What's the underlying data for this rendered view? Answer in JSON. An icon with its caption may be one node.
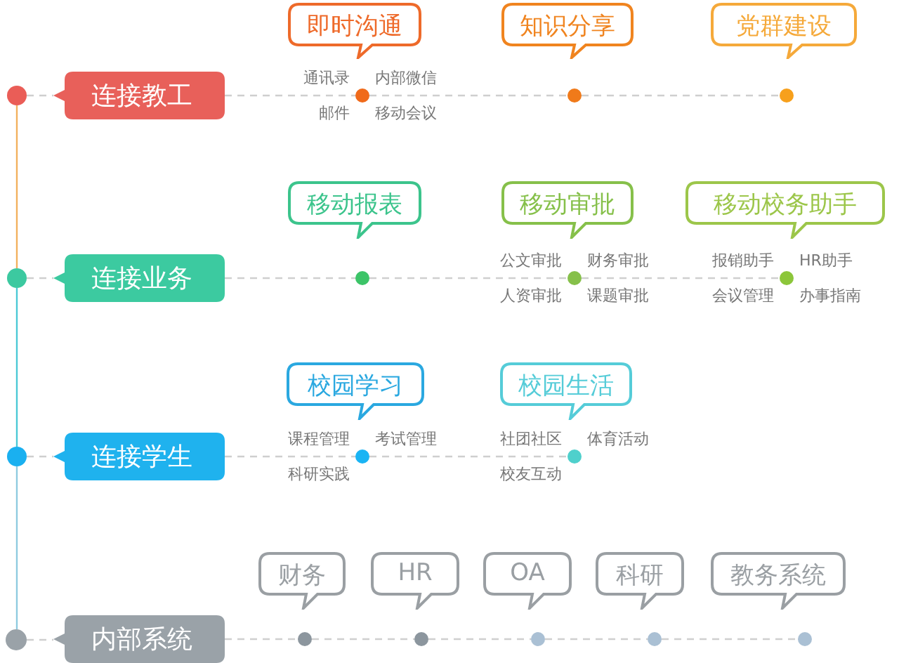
{
  "diagram": {
    "nodes": [
      {
        "text": [
          "即时沟通"
        ]
      },
      {
        "text": [
          "知识分享"
        ]
      },
      {
        "text": [
          "党群建设"
        ]
      },
      {
        "text": [],
        "shape": "circle"
      },
      {
        "text": [
          "连接教工"
        ]
      },
      {
        "text": [],
        "shape": "circle",
        "beside": [
          "通讯录",
          "内部微信",
          "邮件",
          "移动会议"
        ]
      },
      {
        "text": [],
        "shape": "circle"
      },
      {
        "text": [],
        "shape": "circle"
      },
      {
        "text": [
          "移动报表"
        ]
      },
      {
        "text": [
          "移动审批"
        ]
      },
      {
        "text": [
          "移动校务助手"
        ]
      },
      {
        "text": [],
        "shape": "circle"
      },
      {
        "text": [
          "连接业务"
        ]
      },
      {
        "text": [],
        "shape": "circle"
      },
      {
        "text": [],
        "shape": "circle",
        "beside": [
          "公文审批",
          "财务审批",
          "人资审批",
          "课题审批"
        ]
      },
      {
        "text": [],
        "shape": "circle",
        "beside": [
          "报销助手",
          "HR助手",
          "会议管理",
          "办事指南"
        ]
      },
      {
        "text": [
          "校园学习"
        ]
      },
      {
        "text": [
          "校园生活"
        ]
      },
      {
        "text": [],
        "shape": "circle"
      },
      {
        "text": [
          "连接学生"
        ]
      },
      {
        "text": [],
        "shape": "circle",
        "beside": [
          "课程管理",
          "考试管理",
          "科研实践"
        ]
      },
      {
        "text": [],
        "shape": "circle",
        "beside": [
          "社团社区",
          "体育活动",
          "校友互动"
        ]
      },
      {
        "text": [
          "财务"
        ]
      },
      {
        "text": [
          "HR"
        ]
      },
      {
        "text": [
          "OA"
        ]
      },
      {
        "text": [
          "科研"
        ]
      },
      {
        "text": [
          "教务系统"
        ]
      },
      {
        "text": [],
        "shape": "circle"
      },
      {
        "text": [
          "内部系统"
        ]
      },
      {
        "text": [],
        "shape": "circle"
      },
      {
        "text": [],
        "shape": "circle"
      },
      {
        "text": [],
        "shape": "circle"
      },
      {
        "text": [],
        "shape": "circle"
      },
      {
        "text": [],
        "shape": "circle"
      }
    ],
    "edges": [
      {
        "from": 3,
        "to": 11,
        "arrow": "none",
        "color": "#f2b15e"
      },
      {
        "from": 11,
        "to": 18,
        "arrow": "none",
        "color": "#4cc9d6"
      },
      {
        "from": 18,
        "to": 27,
        "arrow": "none",
        "color": "#8fcbe0"
      },
      {
        "from": 3,
        "to": 4,
        "arrow": "none",
        "style": "dashed"
      },
      {
        "from": 4,
        "to": 5,
        "arrow": "none",
        "style": "dashed"
      },
      {
        "from": 5,
        "to": 6,
        "arrow": "none",
        "style": "dashed"
      },
      {
        "from": 6,
        "to": 7,
        "arrow": "none",
        "style": "dashed"
      },
      {
        "from": 11,
        "to": 12,
        "arrow": "none",
        "style": "dashed"
      },
      {
        "from": 12,
        "to": 13,
        "arrow": "none",
        "style": "dashed"
      },
      {
        "from": 13,
        "to": 14,
        "arrow": "none",
        "style": "dashed"
      },
      {
        "from": 14,
        "to": 15,
        "arrow": "none",
        "style": "dashed"
      },
      {
        "from": 18,
        "to": 19,
        "arrow": "none",
        "style": "dashed"
      },
      {
        "from": 19,
        "to": 20,
        "arrow": "none",
        "style": "dashed"
      },
      {
        "from": 20,
        "to": 21,
        "arrow": "none",
        "style": "dashed"
      },
      {
        "from": 27,
        "to": 28,
        "arrow": "none",
        "style": "dashed"
      },
      {
        "from": 28,
        "to": 29,
        "arrow": "none",
        "style": "dashed"
      },
      {
        "from": 29,
        "to": 30,
        "arrow": "none",
        "style": "dashed"
      },
      {
        "from": 30,
        "to": 31,
        "arrow": "none",
        "style": "dashed"
      },
      {
        "from": 31,
        "to": 32,
        "arrow": "none",
        "style": "dashed"
      },
      {
        "from": 32,
        "to": 33,
        "arrow": "none",
        "style": "dashed"
      }
    ]
  }
}
